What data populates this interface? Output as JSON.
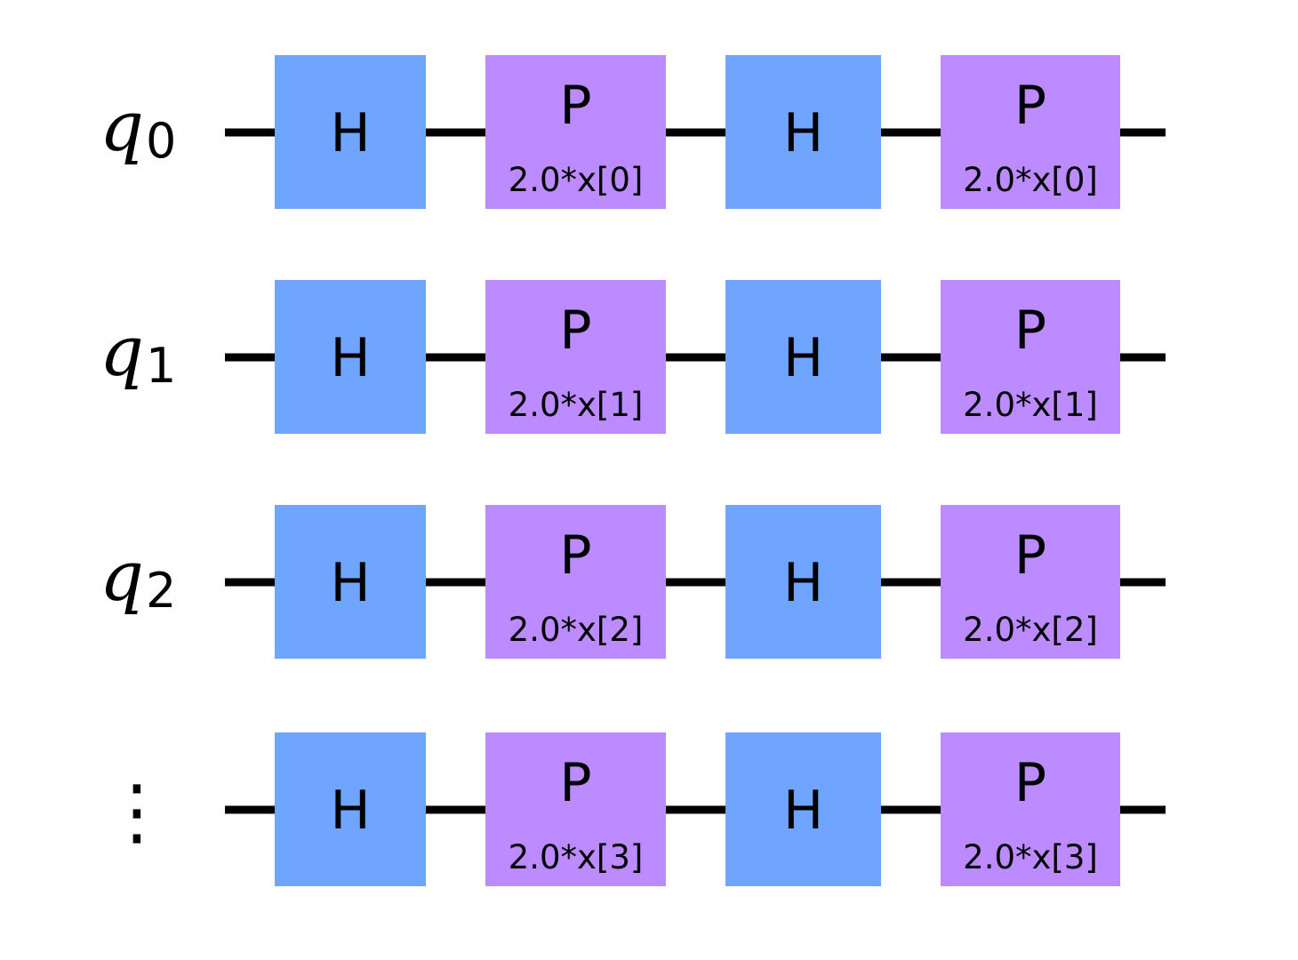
{
  "circuit": {
    "colors": {
      "h_gate": "#6fa4ff",
      "p_gate": "#bb8bff",
      "wire": "#000000",
      "text": "#000000"
    },
    "wires": [
      {
        "label": "q",
        "subscript": "0",
        "gates": [
          {
            "name": "H",
            "param": ""
          },
          {
            "name": "P",
            "param": "2.0*x[0]"
          },
          {
            "name": "H",
            "param": ""
          },
          {
            "name": "P",
            "param": "2.0*x[0]"
          }
        ]
      },
      {
        "label": "q",
        "subscript": "1",
        "gates": [
          {
            "name": "H",
            "param": ""
          },
          {
            "name": "P",
            "param": "2.0*x[1]"
          },
          {
            "name": "H",
            "param": ""
          },
          {
            "name": "P",
            "param": "2.0*x[1]"
          }
        ]
      },
      {
        "label": "q",
        "subscript": "2",
        "gates": [
          {
            "name": "H",
            "param": ""
          },
          {
            "name": "P",
            "param": "2.0*x[2]"
          },
          {
            "name": "H",
            "param": ""
          },
          {
            "name": "P",
            "param": "2.0*x[2]"
          }
        ]
      },
      {
        "label": "⋮",
        "subscript": "",
        "gates": [
          {
            "name": "H",
            "param": ""
          },
          {
            "name": "P",
            "param": "2.0*x[3]"
          },
          {
            "name": "H",
            "param": ""
          },
          {
            "name": "P",
            "param": "2.0*x[3]"
          }
        ]
      }
    ]
  }
}
